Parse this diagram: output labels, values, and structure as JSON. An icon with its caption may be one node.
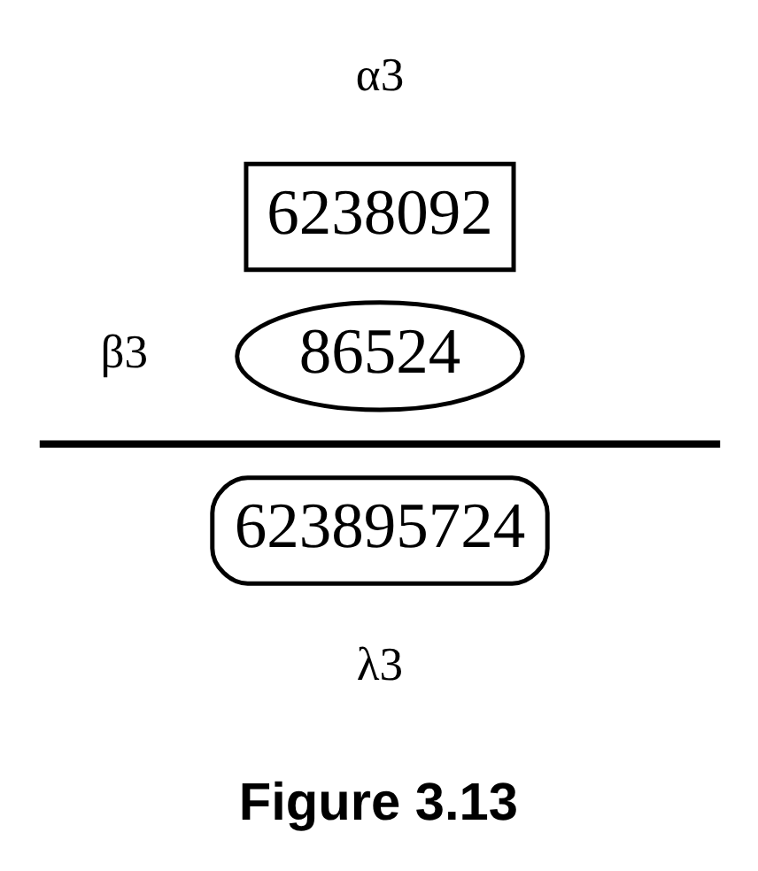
{
  "diagram": {
    "caption": "Figure 3.13",
    "nodes": [
      {
        "text": [
          "6238092"
        ],
        "beside": [
          "α3"
        ]
      },
      {
        "text": [
          "86524"
        ],
        "beside": [
          "β3"
        ]
      },
      {
        "text": [
          "623895724"
        ],
        "beside": [
          "λ3"
        ]
      }
    ],
    "edges": []
  }
}
